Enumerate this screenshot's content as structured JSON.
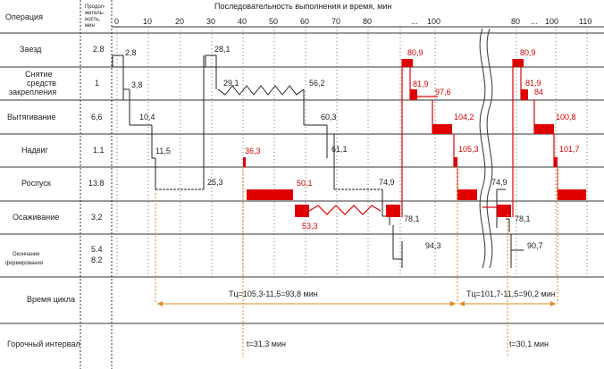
{
  "header": {
    "col1": "Операция",
    "col2": [
      "Продол-",
      "житель-",
      "ность,",
      "мин"
    ],
    "axis_title": "Последовательность выполнения и время, мин"
  },
  "scale1": {
    "ticks": [
      "0",
      "10",
      "20",
      "30",
      "40",
      "50",
      "60",
      "70",
      "80",
      "...",
      "100"
    ]
  },
  "scale2": {
    "ticks": [
      "80",
      "...",
      "100",
      "110"
    ]
  },
  "rows": [
    {
      "name": [
        "Заезд"
      ],
      "dur": [
        "2.8"
      ]
    },
    {
      "name": [
        "Снятие",
        "средств",
        "закрепления"
      ],
      "dur": [
        "1"
      ]
    },
    {
      "name": [
        "Вытягивание"
      ],
      "dur": [
        "6,6"
      ]
    },
    {
      "name": [
        "Надвиг"
      ],
      "dur": [
        "1.1"
      ]
    },
    {
      "name": [
        "Роспуск"
      ],
      "dur": [
        "13.8"
      ]
    },
    {
      "name": [
        "Осаживание"
      ],
      "dur": [
        "3,2"
      ]
    },
    {
      "name": [
        "Окончание",
        "формирования"
      ],
      "dur": [
        "5.4",
        "8.2"
      ]
    },
    {
      "name": [
        "Время цикла"
      ],
      "dur": []
    },
    {
      "name": [
        "Горочный интервал"
      ],
      "dur": []
    }
  ],
  "labels_black": {
    "a": "2,8",
    "b": "28,1",
    "c": "3,8",
    "d": "29,1",
    "e": "56,2",
    "f": "10,4",
    "g": "60,3",
    "h": "11,5",
    "i": "61,1",
    "j": "25,3",
    "k": "74,9",
    "l": "78,1",
    "m": "94,3",
    "n": "74,9",
    "o": "78,1",
    "p": "90,7"
  },
  "labels_red": {
    "a": "80,9",
    "b": "81,9",
    "c": "97,6",
    "d": "104,2",
    "e": "36,3",
    "f": "105,3",
    "g": "50,1",
    "h": "53,3",
    "i": "80,9",
    "j": "81,9",
    "k": "84",
    "l": "100,8",
    "m": "101,7"
  },
  "cycle": {
    "t1": "Тц=105,3-11,5=93,8 мин",
    "t2": "Тц=101,7-11,5=90,2 мин"
  },
  "interval": {
    "t1": "t=31,3 мин",
    "t2": "t=30,1 мин"
  },
  "colors": {
    "accent": "#e00000",
    "line": "#222222",
    "orange": "#e08a1e"
  }
}
